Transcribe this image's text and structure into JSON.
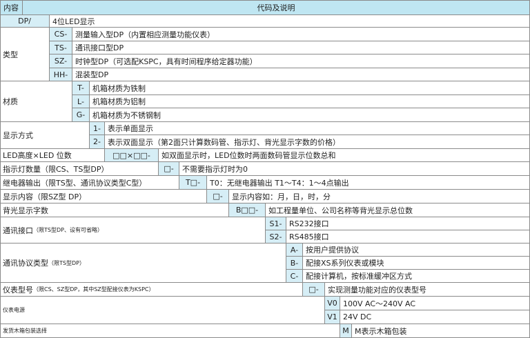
{
  "header": {
    "content_label": "内容",
    "title": "代码及说明"
  },
  "rows": {
    "dp": {
      "code": "DP/",
      "desc": "4位LED显示"
    },
    "type": {
      "label": "类型",
      "items": [
        {
          "code": "CS-",
          "desc": "测量输入型DP（内置相应测量功能仪表）"
        },
        {
          "code": "TS-",
          "desc": "通讯接口型DP"
        },
        {
          "code": "SZ-",
          "desc": "时钟型DP（可选配KSPC，具有时间程序给定器功能）"
        },
        {
          "code": "HH-",
          "desc": "混装型DP"
        }
      ]
    },
    "material": {
      "label": "材质",
      "items": [
        {
          "code": "T-",
          "desc": "机箱材质为铁制"
        },
        {
          "code": "L-",
          "desc": "机箱材质为铝制"
        },
        {
          "code": "G-",
          "desc": "机箱材质为不锈钢制"
        }
      ]
    },
    "display": {
      "label": "显示方式",
      "items": [
        {
          "code": "1-",
          "desc": "表示单面显示"
        },
        {
          "code": "2-",
          "desc": "表示双面显示（第2面只计算数码管、指示灯、背光显示字数的价格）"
        }
      ]
    },
    "led": {
      "label": "LED高度×LED 位数",
      "code": "□□×□□-",
      "desc": "如双面显示时，LED位数时两面数码管显示位数总和"
    },
    "indicator": {
      "label": "指示灯数量（限CS、TS型DP）",
      "code": "□-",
      "desc": "不需要指示灯时为0"
    },
    "relay": {
      "label": "继电器输出（限TS型、通讯协议类型C型）",
      "code": "T□-",
      "desc": "T0：无继电器输出   T1～T4：1～4点输出"
    },
    "content": {
      "label": "显示内容（限SZ型 DP）",
      "code": "□-",
      "desc": "显示内容如：月，日，时，分"
    },
    "backlight": {
      "label": "背光显示字数",
      "code": "B□□-",
      "desc": "如工程量单位、公司名称等背光显示总位数"
    },
    "comm": {
      "label": "通讯接口",
      "note": "（限TS型DP、设有可省略）",
      "items": [
        {
          "code": "S1-",
          "desc": "RS232接口"
        },
        {
          "code": "S2-",
          "desc": "RS485接口"
        }
      ]
    },
    "protocol": {
      "label": "通讯协议类型",
      "note": "（限TS型DP）",
      "items": [
        {
          "code": "A-",
          "desc": "按用户提供协议"
        },
        {
          "code": "B-",
          "desc": "配接XS系列仪表或模块"
        },
        {
          "code": "C-",
          "desc": "配接计算机，按标准缓冲区方式"
        }
      ]
    },
    "model": {
      "label": "仪表型号",
      "note": "（限CS、SZ型DP，其中SZ型配接仪表为KSPC）",
      "code": "□-",
      "desc": "实现测量功能对应的仪表型号"
    },
    "power": {
      "label": "仪表电源",
      "items": [
        {
          "code": "V0",
          "desc": "100V  AC～240V  AC"
        },
        {
          "code": "V1",
          "desc": "24V  DC"
        }
      ]
    },
    "packing": {
      "label": "发货木箱包装选择",
      "code": "M",
      "desc": "M表示木箱包装"
    }
  }
}
